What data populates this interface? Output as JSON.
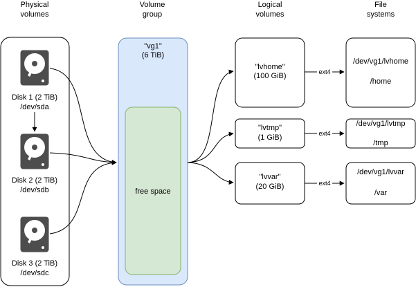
{
  "headers": {
    "physical_volumes": [
      "Physical",
      "volumes"
    ],
    "volume_group": [
      "Volume",
      "group"
    ],
    "logical_volumes": [
      "Logical",
      "volumes"
    ],
    "file_systems": [
      "File",
      "systems"
    ]
  },
  "disks": [
    {
      "label": "Disk 1 (2 TiB)",
      "device": "/dev/sda",
      "icon": "hard-disk-icon"
    },
    {
      "label": "Disk 2 (2 TiB)",
      "device": "/dev/sdb",
      "icon": "hard-disk-icon"
    },
    {
      "label": "Disk 3 (2 TiB)",
      "device": "/dev/sdc",
      "icon": "hard-disk-icon"
    }
  ],
  "volume_group": {
    "name": "\"vg1\"",
    "size": "(6 TiB)",
    "free_space": "free space"
  },
  "logical_volumes": [
    {
      "name": "\"lvhome\"",
      "size": "(100 GiB)"
    },
    {
      "name": "\"lvtmp\"",
      "size": "(1 GiB)"
    },
    {
      "name": "\"lvvar\"",
      "size": "(20 GiB)"
    }
  ],
  "filesystem_type": "ext4",
  "file_systems": [
    {
      "device": "/dev/vg1/lvhome",
      "mount": "/home"
    },
    {
      "device": "/dev/vg1/lvtmp",
      "mount": "/tmp"
    },
    {
      "device": "/dev/vg1/lvvar",
      "mount": "/var"
    }
  ],
  "colors": {
    "stroke": "#000000",
    "volume_group_fill": "#dae8fc",
    "volume_group_stroke": "#6c8ebf",
    "free_space_fill": "#d5e8d4",
    "free_space_stroke": "#82b366",
    "disk_icon": "#4d4d4d"
  }
}
